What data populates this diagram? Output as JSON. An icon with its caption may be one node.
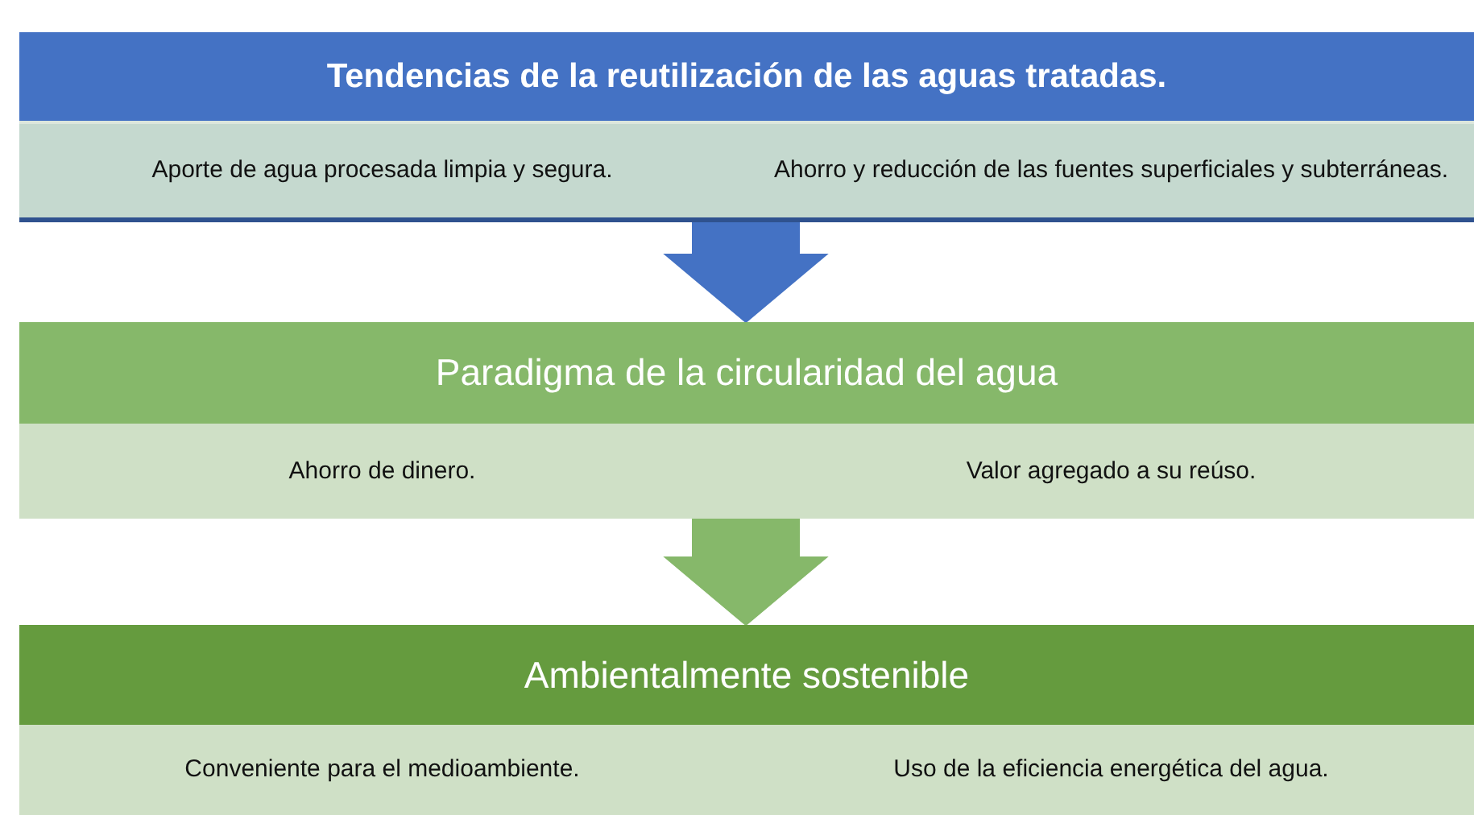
{
  "diagram": {
    "nodes": [
      {
        "text": [
          "Tendencias de la reutilización de las aguas tratadas."
        ]
      },
      {
        "text": [
          "Aporte de agua procesada limpia y segura."
        ],
        "in": 0
      },
      {
        "text": [
          "Ahorro y reducción de las fuentes superficiales y subterráneas."
        ],
        "in": 0
      },
      {
        "text": [
          "Paradigma de la circularidad del agua"
        ]
      },
      {
        "text": [
          "Ahorro de dinero."
        ],
        "in": 3
      },
      {
        "text": [
          "Valor agregado a su reúso."
        ],
        "in": 3
      },
      {
        "text": [
          "Ambientalmente sostenible"
        ]
      },
      {
        "text": [
          "Conveniente para el medioambiente."
        ],
        "in": 6
      },
      {
        "text": [
          "Uso de la eficiencia energética del agua."
        ],
        "in": 6
      }
    ],
    "edges": [
      {
        "from": 0,
        "to": 3,
        "arrow": "to",
        "style": "thick",
        "color": "#4472c4"
      },
      {
        "from": 3,
        "to": 6,
        "arrow": "to",
        "style": "thick",
        "color": "#86b86a"
      }
    ]
  }
}
